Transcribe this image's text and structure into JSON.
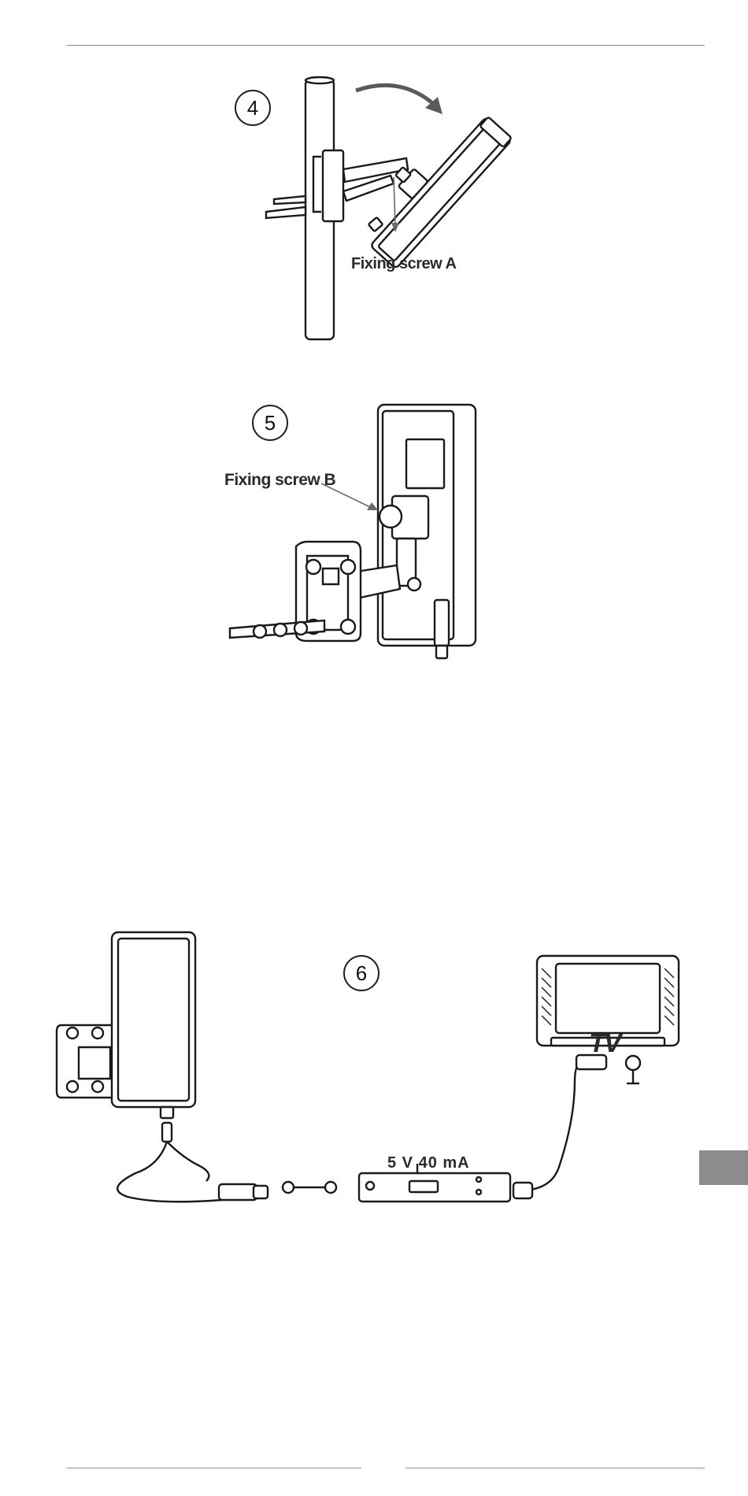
{
  "figures": {
    "step4": {
      "number": "4",
      "label": "Fixing screw A"
    },
    "step5": {
      "number": "5",
      "label": "Fixing screw B"
    },
    "step6": {
      "number": "6",
      "power_label": "5 V 40 mA",
      "tv_label": "TV"
    }
  },
  "colors": {
    "line": "#1a1a1a",
    "arrow": "#6a6a6a",
    "rule": "#8a8a8a",
    "tab": "#8c8c8c"
  }
}
